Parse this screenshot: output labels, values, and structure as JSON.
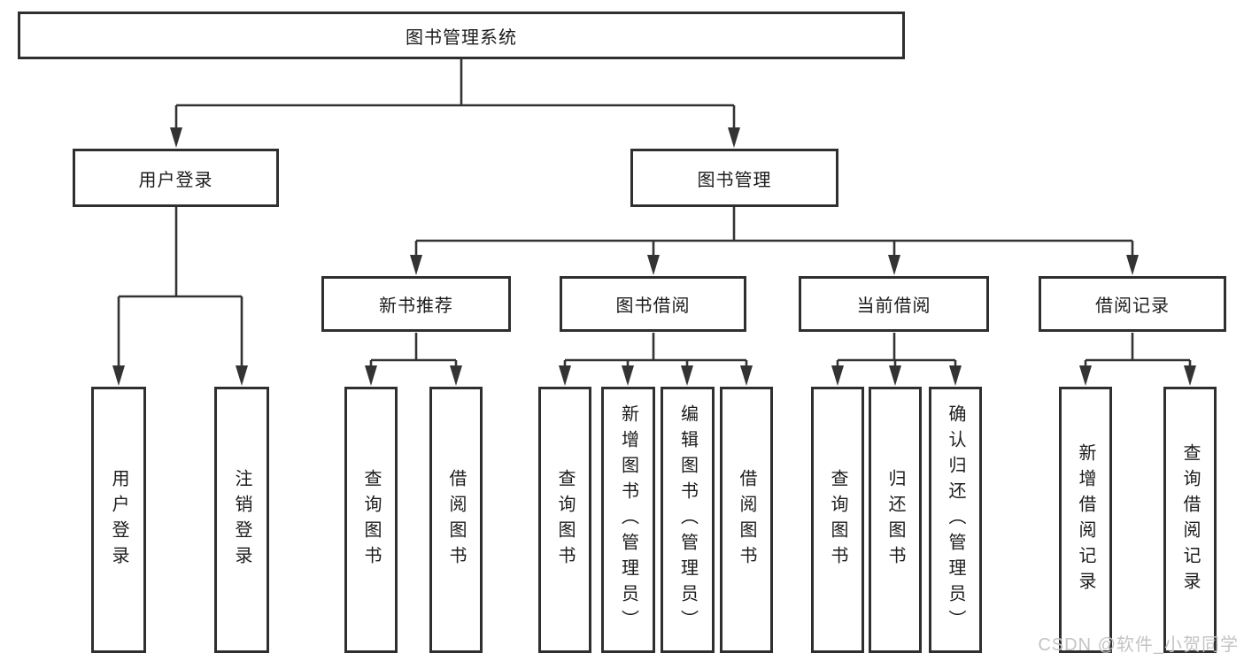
{
  "diagram_title": "图书管理系统",
  "colors": {
    "line": "#333333",
    "box_border": "#2f2f2f",
    "text": "#1c1c1c",
    "background": "#ffffff",
    "watermark": "#c4c4c4"
  },
  "tree": {
    "label": "图书管理系统",
    "children": [
      {
        "label": "用户登录",
        "children": [
          {
            "label": "用户登录"
          },
          {
            "label": "注销登录"
          }
        ]
      },
      {
        "label": "图书管理",
        "children": [
          {
            "label": "新书推荐",
            "children": [
              {
                "label": "查询图书"
              },
              {
                "label": "借阅图书"
              }
            ]
          },
          {
            "label": "图书借阅",
            "children": [
              {
                "label": "查询图书"
              },
              {
                "label": "新增图书（管理员）"
              },
              {
                "label": "编辑图书（管理员）"
              },
              {
                "label": "借阅图书"
              }
            ]
          },
          {
            "label": "当前借阅",
            "children": [
              {
                "label": "查询图书"
              },
              {
                "label": "归还图书"
              },
              {
                "label": "确认归还（管理员）"
              }
            ]
          },
          {
            "label": "借阅记录",
            "children": [
              {
                "label": "新增借阅记录"
              },
              {
                "label": "查询借阅记录"
              }
            ]
          }
        ]
      }
    ]
  },
  "watermark": {
    "text": "CSDN @软件_小贺同学"
  }
}
